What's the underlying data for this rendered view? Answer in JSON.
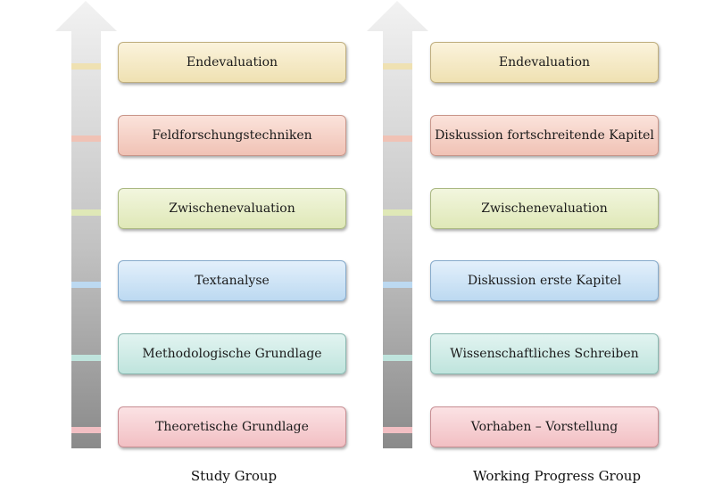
{
  "columns": [
    {
      "label": "Study Group",
      "steps": [
        "Endevaluation",
        "Feldforschungstechniken",
        "Zwischenevaluation",
        "Textanalyse",
        "Methodologische Grundlage",
        "Theoretische Grundlage"
      ]
    },
    {
      "label": "Working Progress Group",
      "steps": [
        "Endevaluation",
        "Diskussion fortschreitende Kapitel",
        "Zwischenevaluation",
        "Diskussion erste Kapitel",
        "Wissenschaftliches Schreiben",
        "Vorhaben – Vorstellung"
      ]
    }
  ],
  "colors": {
    "step_0": "#efe1b2",
    "step_1": "#f0c2b5",
    "step_2": "#dfe8b7",
    "step_3": "#bcd9f1",
    "step_4": "#bfe4dd",
    "step_5": "#f2bfc3"
  }
}
